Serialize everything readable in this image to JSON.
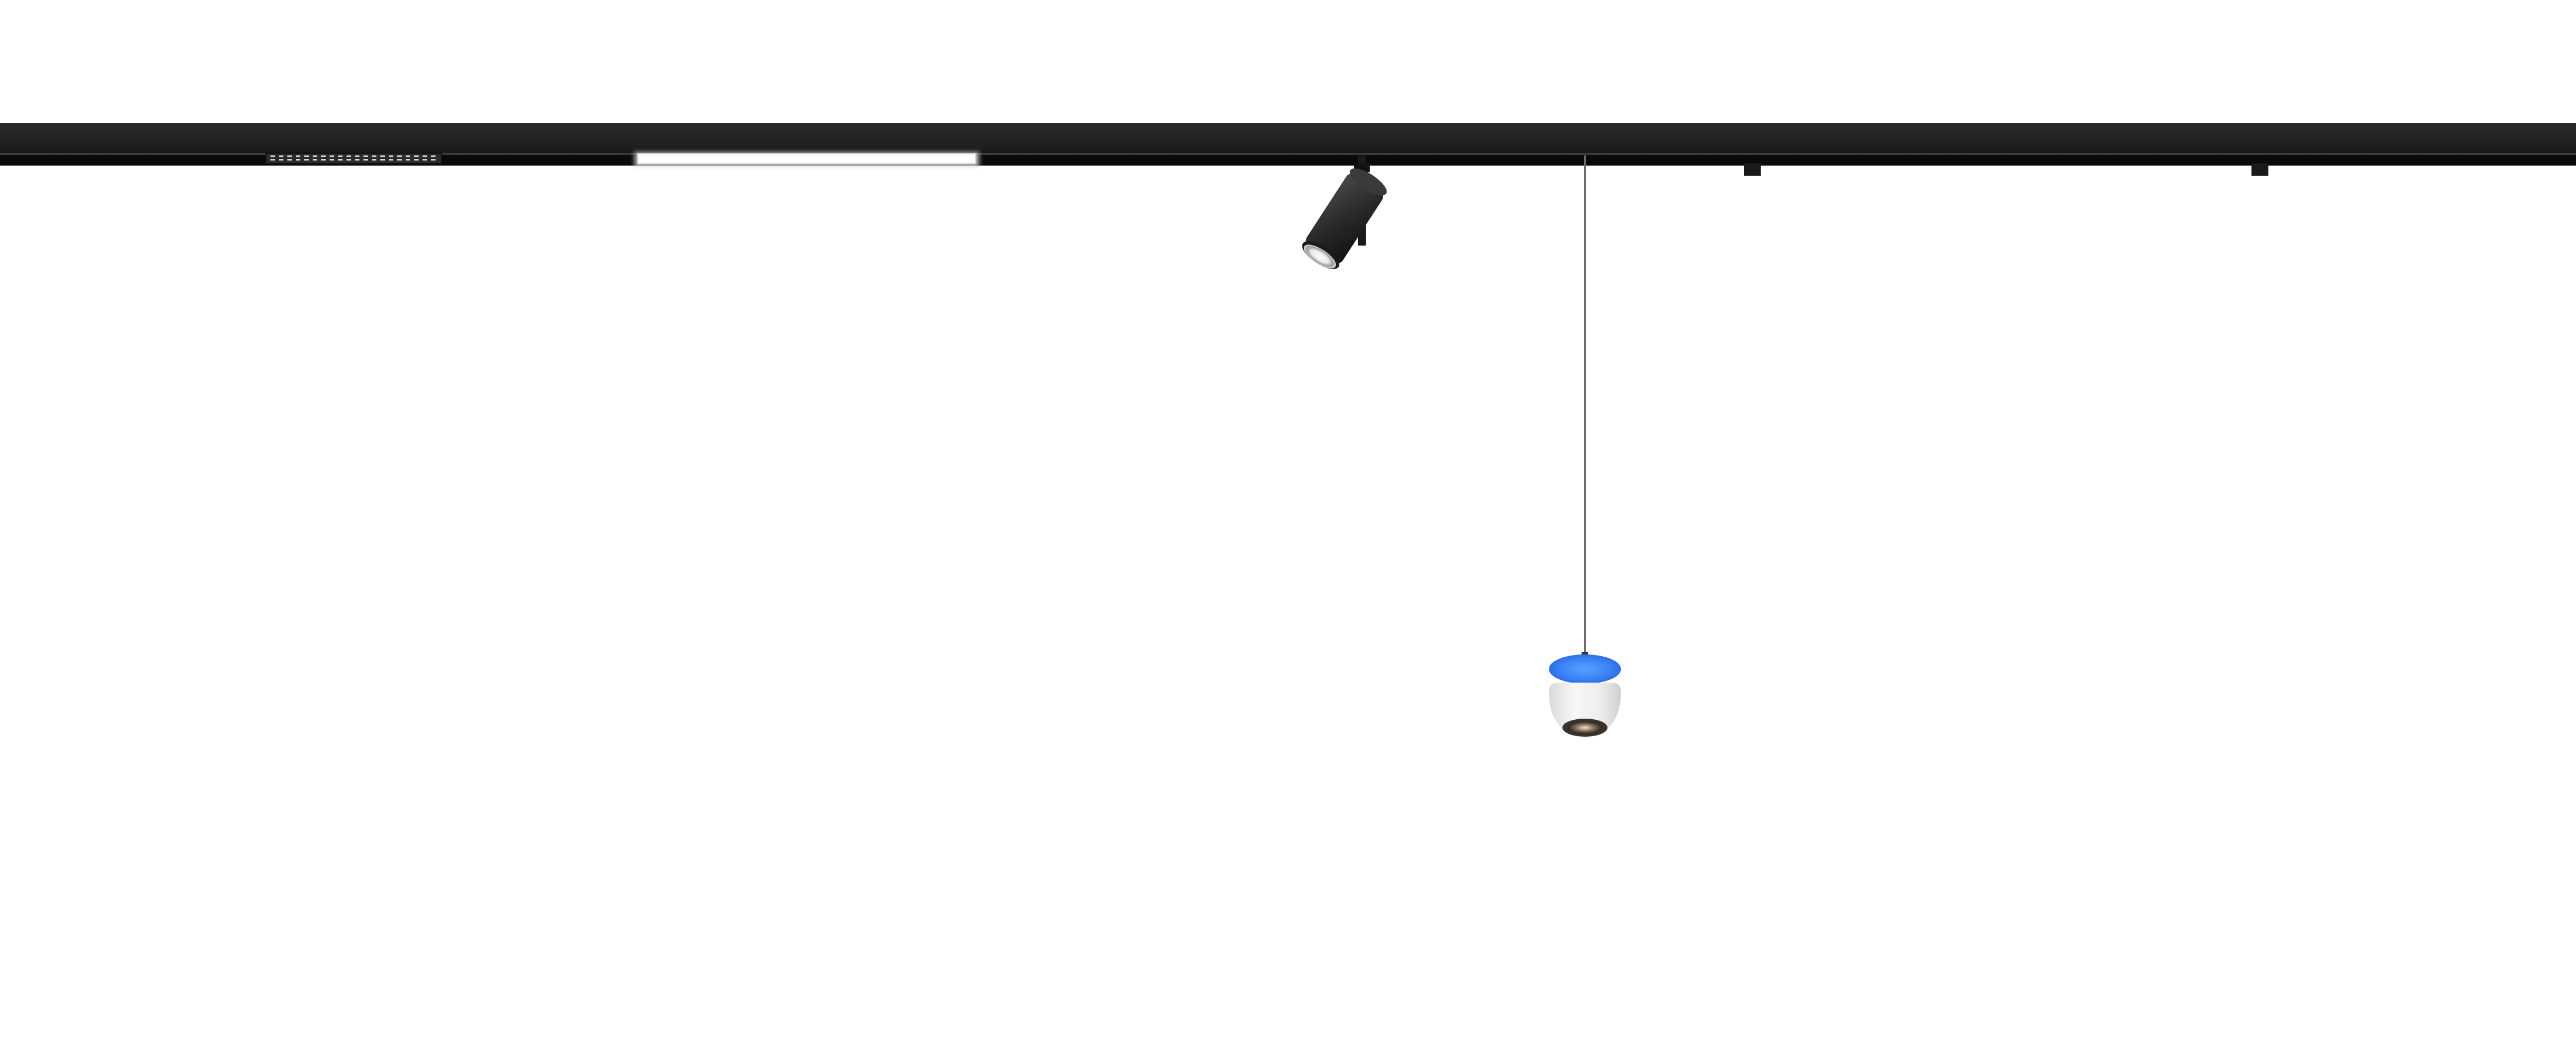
{
  "scene": {
    "background": "#ffffff",
    "track_color": "#222222",
    "track_shadow_color": "#0a0a0a",
    "linear_light_color": "#ffffff",
    "spot_body_color": "#2b2b2b",
    "pendant_halo_color": "#3a82f7",
    "pendant_shade_color": "#f0f0f0",
    "cable_color": "#6e6e6e"
  },
  "fixtures": [
    {
      "kind": "track-rail"
    },
    {
      "kind": "dotted-linear-module"
    },
    {
      "kind": "linear-light-bar"
    },
    {
      "kind": "adjustable-spotlight"
    },
    {
      "kind": "suspended-pendant"
    },
    {
      "kind": "track-clip"
    },
    {
      "kind": "track-clip"
    }
  ]
}
